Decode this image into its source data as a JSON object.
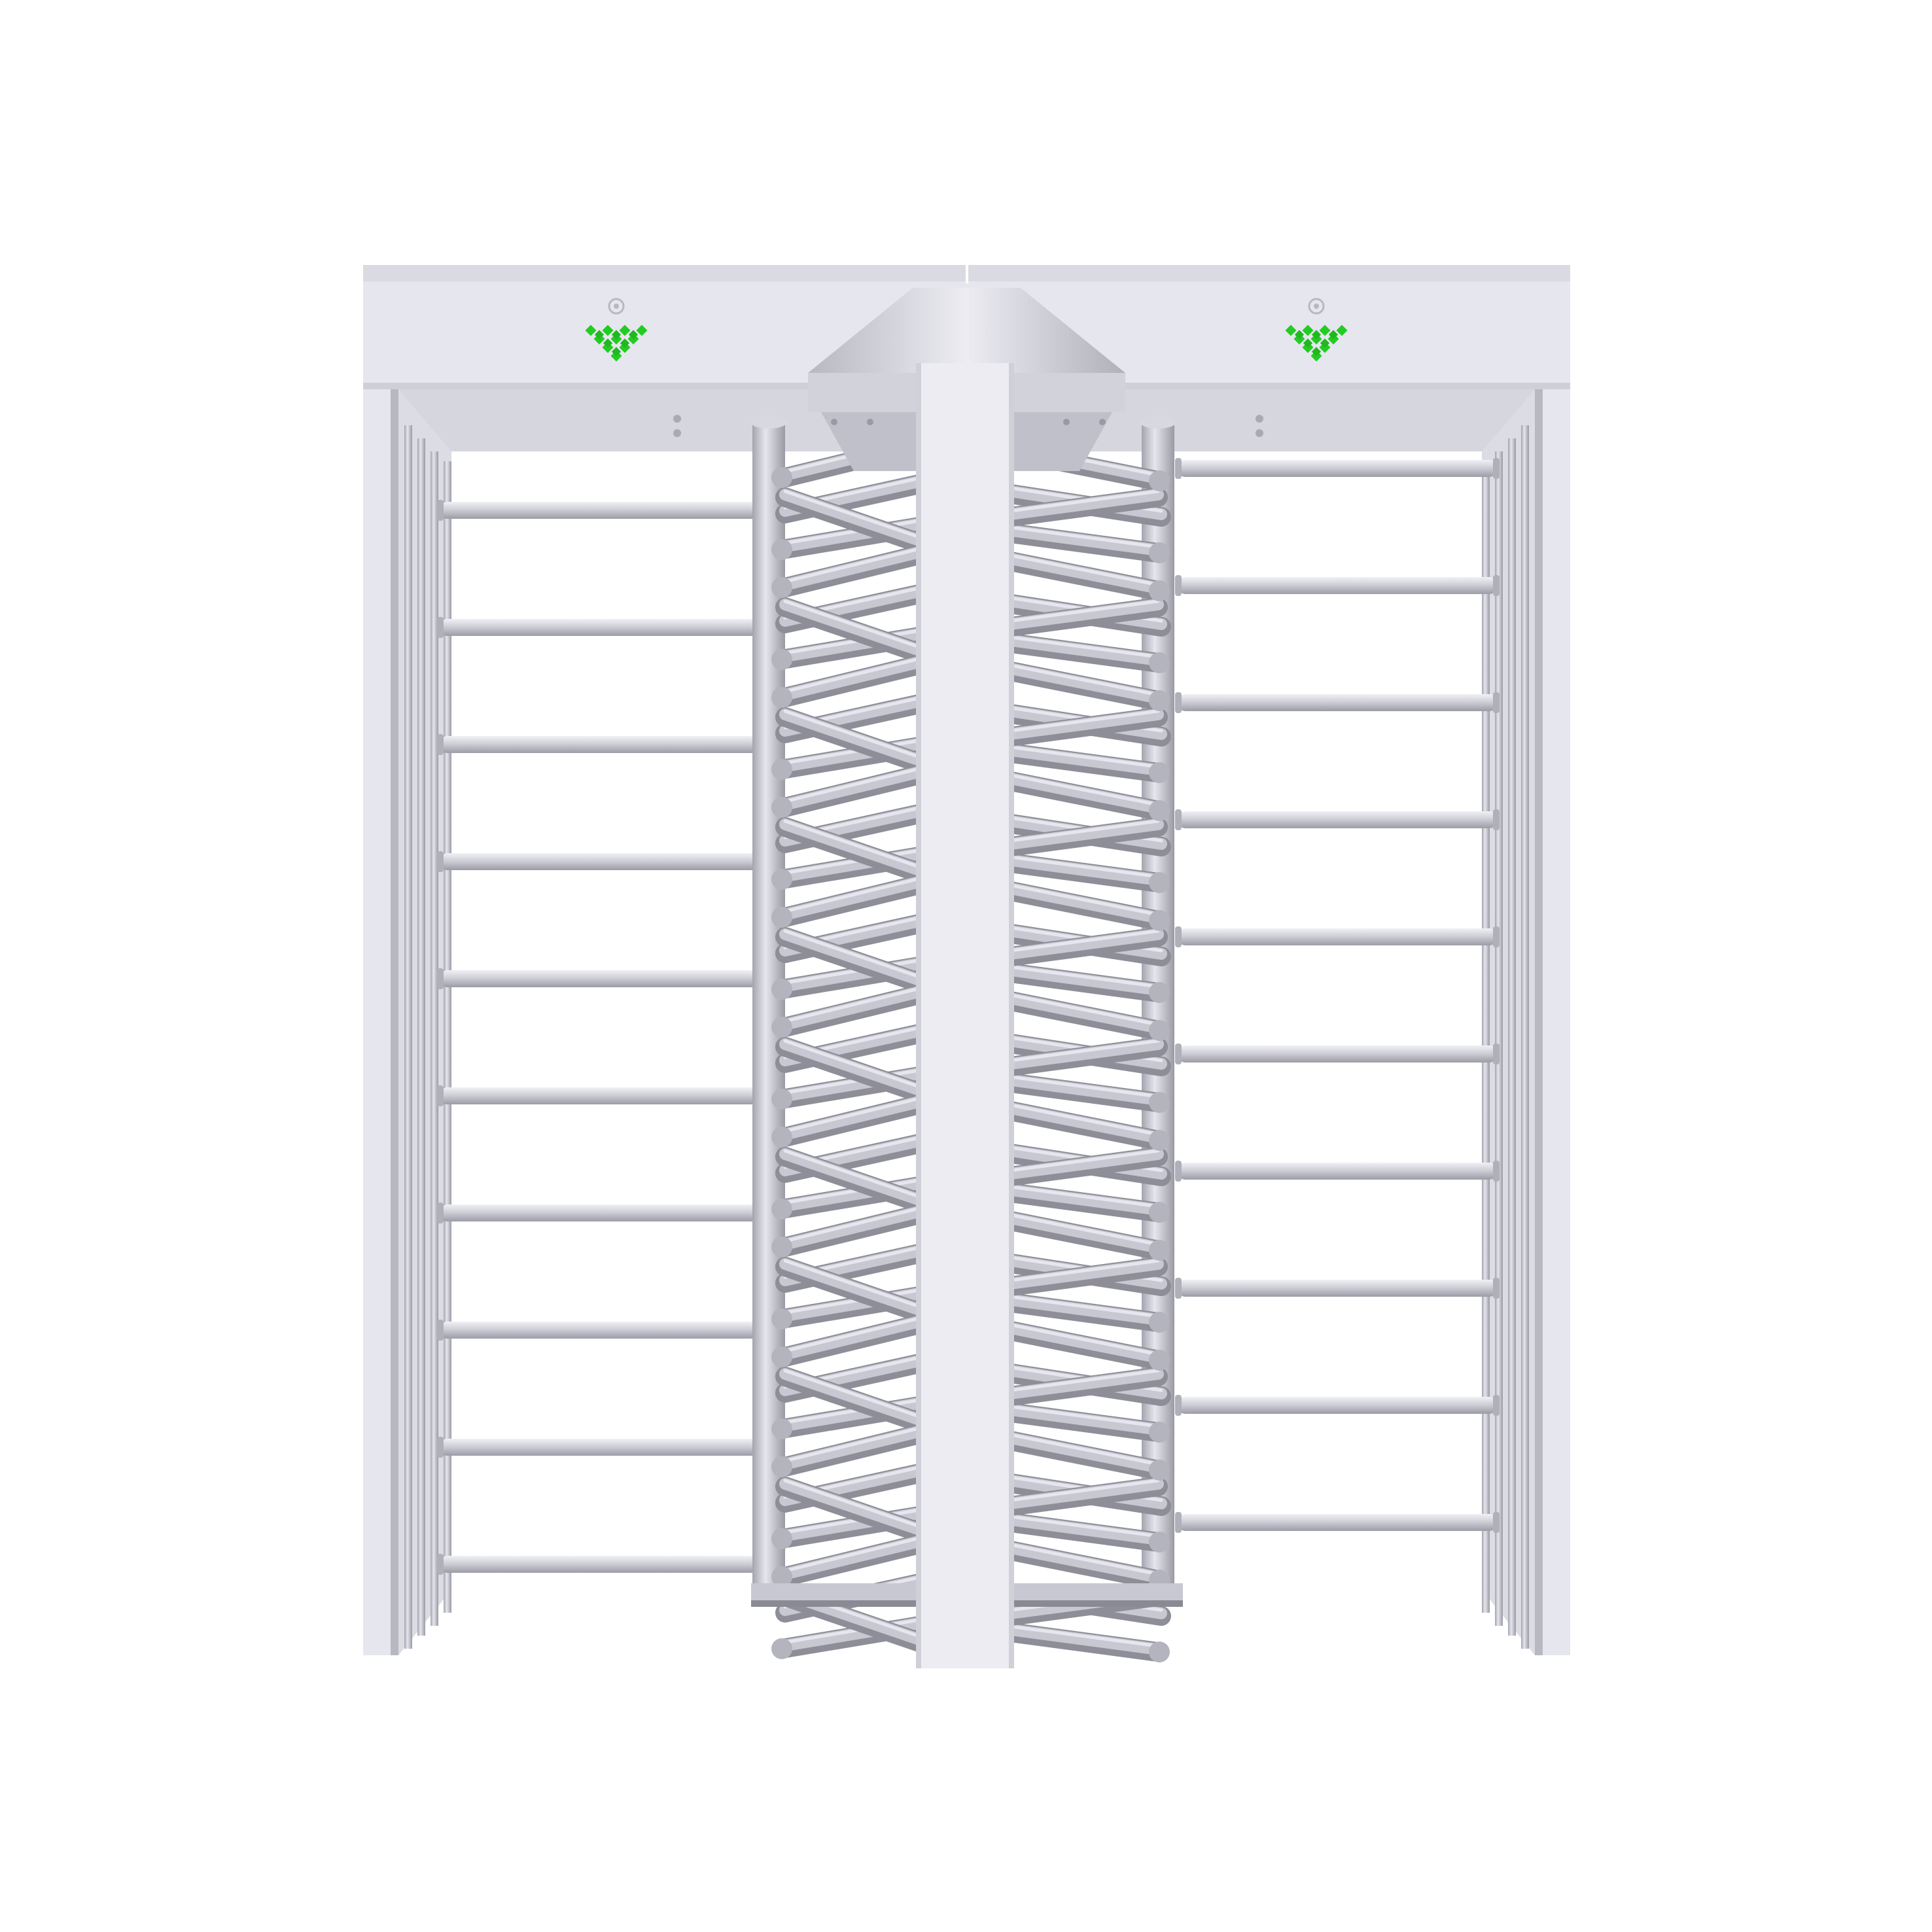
{
  "scene": {
    "subject": "full-height-turnstile-double-lane",
    "colors": {
      "background": "#ffffff",
      "frame": "#e4e4ec",
      "frame_shadow": "#c8c8d2",
      "tube": "#c4c4cc",
      "tube_highlight": "#e8e8ee",
      "tube_shadow": "#9a9aa4",
      "indicator": "#22cc22"
    },
    "lanes": [
      {
        "indicator_icon": "green-arrow-down-icon",
        "status": "open"
      },
      {
        "indicator_icon": "green-arrow-down-icon",
        "status": "open"
      }
    ],
    "left_fence_bars": 10,
    "right_fence_bars": 10,
    "rotor_arm_levels": 11
  }
}
